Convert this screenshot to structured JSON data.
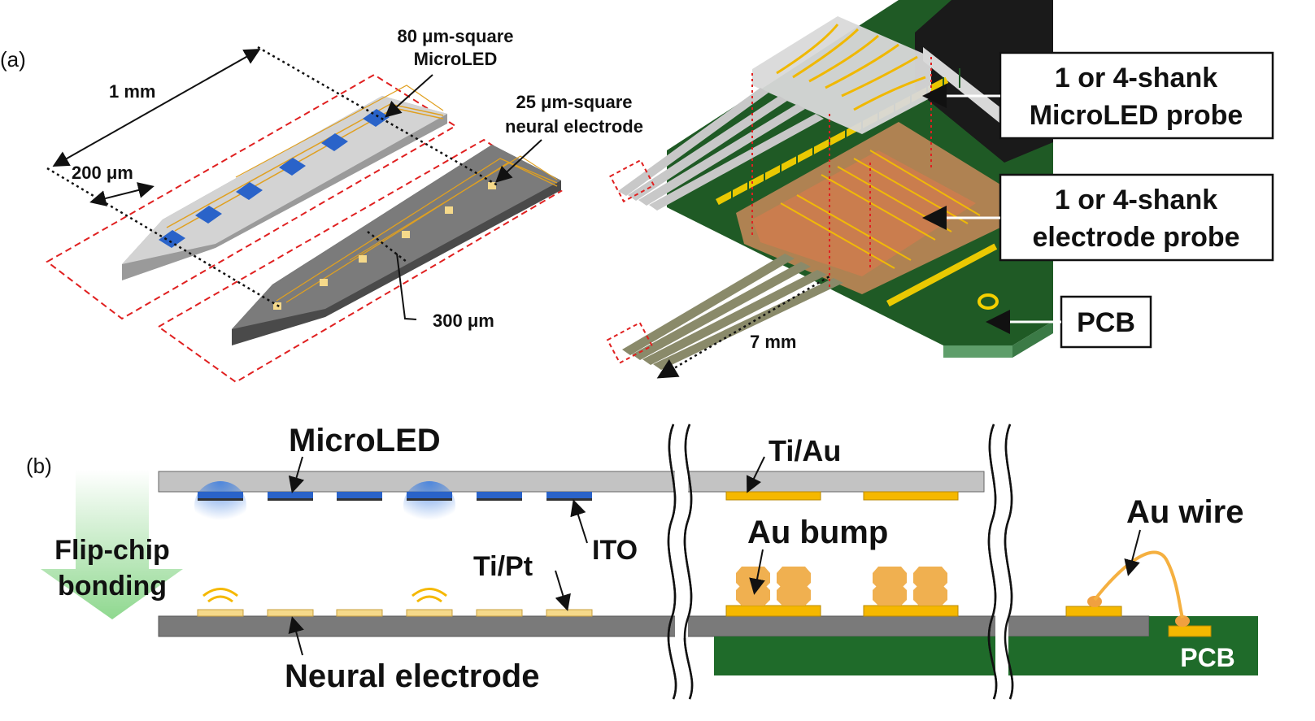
{
  "panel_a": {
    "label": "(a)",
    "dim_1mm": "1 mm",
    "dim_200um": "200 μm",
    "dim_300um": "300 μm",
    "dim_7mm": "7 mm",
    "microled_size_line1": "80 μm-square",
    "microled_size_line2": "MicroLED",
    "electrode_size_line1": "25 μm-square",
    "electrode_size_line2": "neural electrode",
    "box_microled_probe_line1": "1 or 4-shank",
    "box_microled_probe_line2": "MicroLED probe",
    "box_electrode_probe_line1": "1 or 4-shank",
    "box_electrode_probe_line2": "electrode probe",
    "box_pcb": "PCB"
  },
  "panel_b": {
    "label": "(b)",
    "microled": "MicroLED",
    "ti_au": "Ti/Au",
    "ito": "ITO",
    "ti_pt": "Ti/Pt",
    "flip_chip_line1": "Flip-chip",
    "flip_chip_line2": "bonding",
    "au_bump": "Au bump",
    "au_wire": "Au wire",
    "neural_electrode": "Neural electrode",
    "pcb": "PCB"
  },
  "colors": {
    "microled_blue": "#2a63c9",
    "gold": "#f5b800",
    "au_bump": "#f0b050",
    "pcb_green": "#1f6b2a",
    "guide_red": "#e02020"
  }
}
